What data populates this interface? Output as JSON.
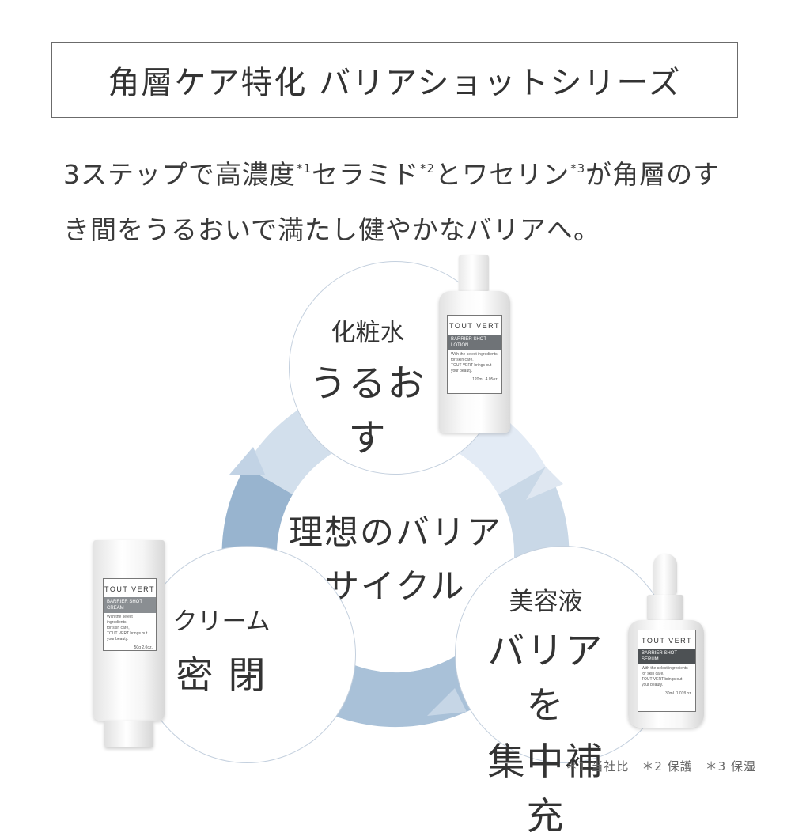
{
  "title": "角層ケア特化 バリアショットシリーズ",
  "description": {
    "part1": "3ステップで高濃度",
    "sup1": "*1",
    "part2": "セラミド",
    "sup2": "*2",
    "part3": "とワセリン",
    "sup3": "*3",
    "part4": "が角層のす",
    "line2": "き間をうるおいで満たし健やかなバリアへ。"
  },
  "cycle": {
    "center_line1": "理想のバリア",
    "center_line2": "サイクル",
    "lotion": {
      "category": "化粧水",
      "effect": "うるおす"
    },
    "cream": {
      "category": "クリーム",
      "effect": "密 閉"
    },
    "serum": {
      "category": "美容液",
      "effect_line1": "バリアを",
      "effect_line2": "集中補充"
    }
  },
  "products": {
    "lotion": {
      "brand": "TOUT VERT",
      "name_line1": "BARRIER SHOT",
      "name_line2": "LOTION",
      "desc": [
        "With the select ingredients",
        "for skin care,",
        "TOUT VERT brings out",
        "your beauty."
      ],
      "volume": "120mL 4.05oz."
    },
    "cream": {
      "brand": "TOUT VERT",
      "name_line1": "BARRIER SHOT",
      "name_line2": "CREAM",
      "desc": [
        "With the select ingredients",
        "for skin care,",
        "TOUT VERT brings out",
        "your beauty."
      ],
      "volume": "50g 2.0oz."
    },
    "serum": {
      "brand": "TOUT VERT",
      "name_line1": "BARRIER SHOT",
      "name_line2": "SERUM",
      "desc": [
        "With the select ingredients",
        "for skin care,",
        "TOUT VERT brings out",
        "your beauty."
      ],
      "volume": "30mL 1.01fl.oz."
    }
  },
  "notes": "＊1 当社比　＊2 保護　＊3 保湿",
  "colors": {
    "ring_light": "#dfe7f2",
    "ring_mid": "#b9cbdd",
    "ring_dark": "#8fadc9",
    "circle_border": "#c4d0de",
    "label_dark": "#5e6266"
  }
}
